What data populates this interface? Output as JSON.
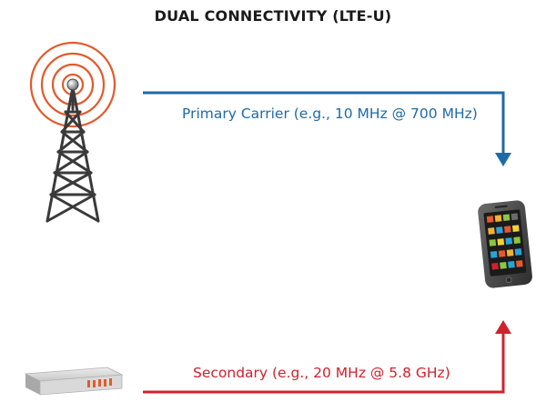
{
  "title": "DUAL CONNECTIVITY (LTE-U)",
  "links": {
    "primary": {
      "label": "Primary Carrier (e.g., 10 MHz @ 700 MHz)",
      "color": "#1f6aa6"
    },
    "secondary": {
      "label": "Secondary (e.g., 20 MHz @ 5.8 GHz)",
      "color": "#d0222c"
    }
  },
  "colors": {
    "radio_waves": "#e35a2c",
    "tower": "#3a3a3a",
    "phone_body": "#4a4a4a",
    "access_point": "#d5d5d5"
  },
  "icons": {
    "tower": "cell-tower-icon",
    "phone": "smartphone-icon",
    "access_point": "wifi-access-point-icon"
  }
}
